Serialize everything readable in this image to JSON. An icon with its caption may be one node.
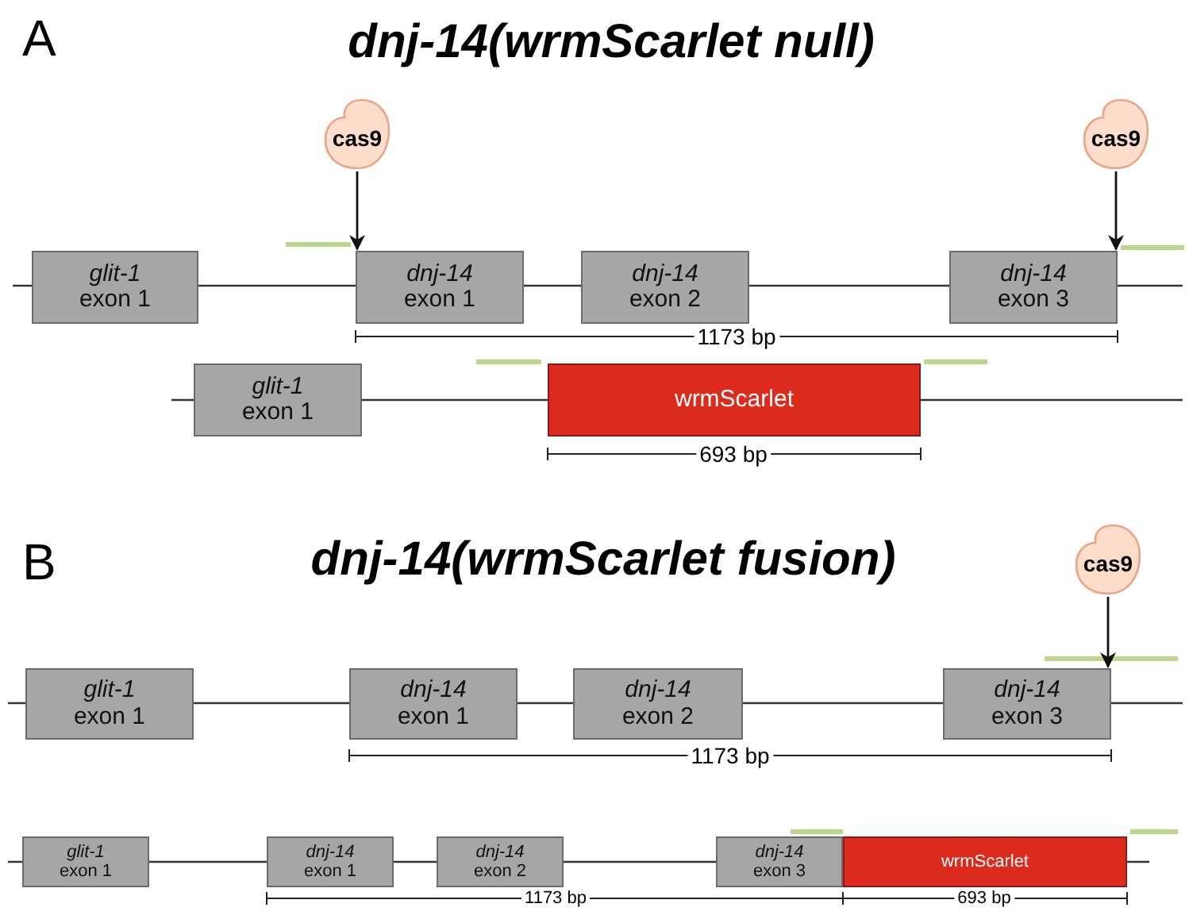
{
  "diagram": {
    "nodes": [
      {
        "text": [
          "cas9"
        ]
      },
      {
        "text": [
          "cas9"
        ]
      },
      {
        "text": [
          "glit-1",
          "exon 1"
        ]
      },
      {
        "text": [
          "dnj-14",
          "exon 1"
        ]
      },
      {
        "text": [
          "dnj-14",
          "exon 2"
        ]
      },
      {
        "text": [
          "dnj-14",
          "exon 3"
        ]
      },
      {
        "text": [
          "glit-1",
          "exon 1"
        ]
      },
      {
        "text": [
          "wrmScarlet"
        ]
      },
      {
        "text": [
          "cas9"
        ]
      },
      {
        "text": [
          "glit-1",
          "exon 1"
        ]
      },
      {
        "text": [
          "dnj-14",
          "exon 1"
        ]
      },
      {
        "text": [
          "dnj-14",
          "exon 2"
        ]
      },
      {
        "text": [
          "dnj-14",
          "exon 3"
        ]
      },
      {
        "text": [
          "glit-1",
          "exon 1"
        ]
      },
      {
        "text": [
          "dnj-14",
          "exon 1"
        ]
      },
      {
        "text": [
          "dnj-14",
          "exon 2"
        ]
      },
      {
        "text": [
          "dnj-14",
          "exon 3"
        ]
      },
      {
        "text": [
          "wrmScarlet"
        ]
      }
    ],
    "edges": [
      {
        "from": 0,
        "to": 3,
        "arrow": "to"
      },
      {
        "from": 1,
        "to": 5,
        "arrow": "to"
      },
      {
        "from": 8,
        "to": 12,
        "arrow": "to"
      }
    ],
    "labels": [
      "A",
      "dnj-14(wrmScarlet null)",
      "1173 bp",
      "693 bp",
      "B",
      "dnj-14(wrmScarlet fusion)",
      "1173 bp",
      "1173 bp",
      "693 bp"
    ]
  }
}
